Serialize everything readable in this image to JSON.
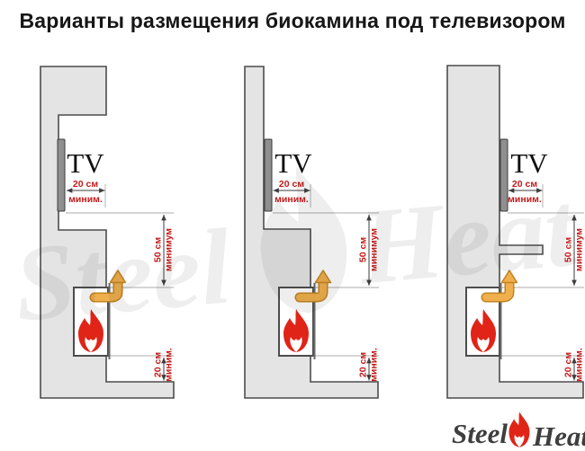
{
  "title": "Варианты размещения биокамина под телевизором",
  "colors": {
    "wall_fill": "#e4e4e4",
    "outline": "#4c4c4c",
    "dim_line": "#3d3d3d",
    "ext_line": "#ababab",
    "dim_red": "#c41a1a",
    "flame_red": "#e02417",
    "arrow_fill": "#efaf4c",
    "arrow_dark": "#c2841f",
    "tv_fill": "#8f8f8f",
    "logo_text": "#3e3e3e"
  },
  "diagrams": [
    {
      "variant": "1",
      "tv_label": "TV",
      "tv_offset_value": "20 см",
      "tv_offset_qualifier": "миним.",
      "vertical_clearance_value": "50 см",
      "vertical_clearance_qualifier": "минимум",
      "floor_clearance_value": "20 см",
      "floor_clearance_qualifier": "миним."
    },
    {
      "variant": "2",
      "tv_label": "TV",
      "tv_offset_value": "20 см",
      "tv_offset_qualifier": "миним.",
      "vertical_clearance_value": "50 см",
      "vertical_clearance_qualifier": "минимум",
      "floor_clearance_value": "20 см",
      "floor_clearance_qualifier": "миним."
    },
    {
      "variant": "3",
      "tv_label": "TV",
      "tv_offset_value": "20 см",
      "tv_offset_qualifier": "миним.",
      "vertical_clearance_value": "50 см",
      "vertical_clearance_qualifier": "минимум",
      "floor_clearance_value": "20 см",
      "floor_clearance_qualifier": "миним."
    }
  ],
  "watermark": {
    "word1": "Steel",
    "word2": "Heat"
  },
  "logo": {
    "word1": "Steel",
    "word2": "Heat"
  }
}
